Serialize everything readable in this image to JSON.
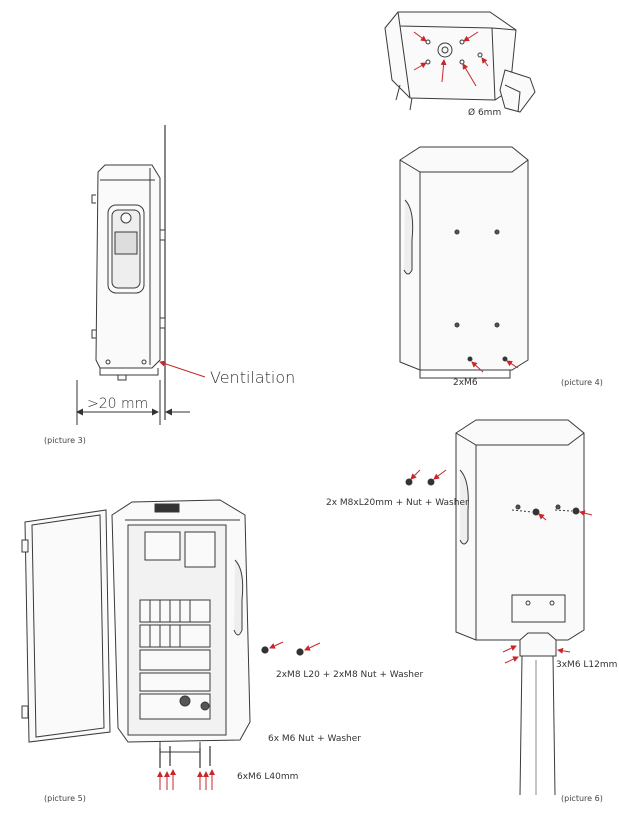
{
  "labels": {
    "hole_diameter": "Ø 6mm",
    "ventilation": "Ventilation",
    "clearance": ">20 mm",
    "screws_bottom_p4": "2xM6",
    "bolts_side_p6": "2x M8xL20mm + Nut + Washer",
    "bolts_side_p5": "2xM8 L20 + 2xM8 Nut + Washer",
    "nuts_p5": "6x M6 Nut + Washer",
    "screws_p5": "6xM6 L40mm",
    "screws_p6": "3xM6 L12mm"
  },
  "captions": {
    "picture3": "(picture 3)",
    "picture4": "(picture 4)",
    "picture5": "(picture 5)",
    "picture6": "(picture 6)"
  },
  "colors": {
    "line": "#3a3a3a",
    "arrow": "#c8262b",
    "fill": "#f5f5f5"
  }
}
